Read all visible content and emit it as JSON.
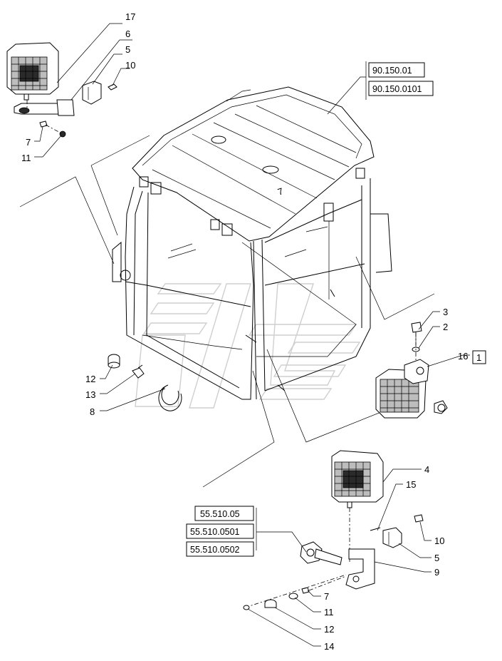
{
  "diagram": {
    "callouts": [
      {
        "id": "c17",
        "text": "17"
      },
      {
        "id": "c6",
        "text": "6"
      },
      {
        "id": "c5a",
        "text": "5"
      },
      {
        "id": "c10a",
        "text": "10"
      },
      {
        "id": "c7a",
        "text": "7"
      },
      {
        "id": "c11a",
        "text": "11"
      },
      {
        "id": "c3",
        "text": "3"
      },
      {
        "id": "c2",
        "text": "2"
      },
      {
        "id": "c16",
        "text": "16"
      },
      {
        "id": "c12a",
        "text": "12"
      },
      {
        "id": "c13",
        "text": "13"
      },
      {
        "id": "c8",
        "text": "8"
      },
      {
        "id": "c4",
        "text": "4"
      },
      {
        "id": "c15",
        "text": "15"
      },
      {
        "id": "c10b",
        "text": "10"
      },
      {
        "id": "c5b",
        "text": "5"
      },
      {
        "id": "c9",
        "text": "9"
      },
      {
        "id": "c7b",
        "text": "7"
      },
      {
        "id": "c11b",
        "text": "11"
      },
      {
        "id": "c12b",
        "text": "12"
      },
      {
        "id": "c14",
        "text": "14"
      }
    ],
    "references": [
      {
        "id": "r1",
        "text": "90.150.01"
      },
      {
        "id": "r2",
        "text": "90.150.0101"
      },
      {
        "id": "r3",
        "text": "55.510.05"
      },
      {
        "id": "r4",
        "text": "55.510.0501"
      },
      {
        "id": "r5",
        "text": "55.510.0502"
      }
    ],
    "boxed_numbers": [
      {
        "id": "b1",
        "text": "1"
      }
    ],
    "cab_mark": "7"
  }
}
